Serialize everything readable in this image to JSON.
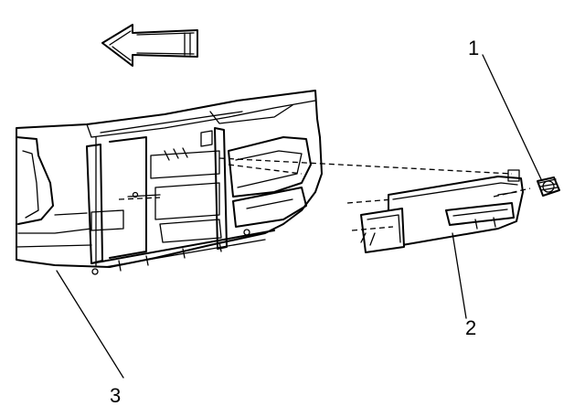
{
  "diagram": {
    "callouts": [
      {
        "id": "1",
        "text": "1"
      },
      {
        "id": "2",
        "text": "2"
      },
      {
        "id": "3",
        "text": "3"
      }
    ],
    "direction_arrow": {
      "icon": "left-arrow-icon",
      "direction": "left"
    }
  }
}
